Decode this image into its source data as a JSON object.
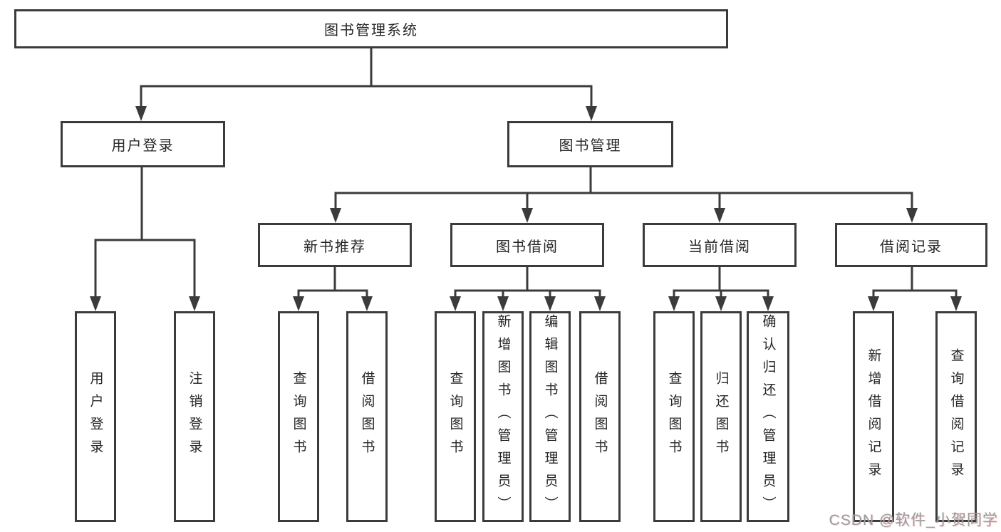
{
  "colors": {
    "line": "#3b3b3b",
    "text": "#262626",
    "bg": "#ffffff",
    "watermark": "#9d9d9d"
  },
  "tree": {
    "root": {
      "label": "图书管理系统",
      "children": [
        {
          "label": "用户登录",
          "children": [
            {
              "label": "用户登录"
            },
            {
              "label": "注销登录"
            }
          ]
        },
        {
          "label": "图书管理",
          "children": [
            {
              "label": "新书推荐",
              "children": [
                {
                  "label": "查询图书"
                },
                {
                  "label": "借阅图书"
                }
              ]
            },
            {
              "label": "图书借阅",
              "children": [
                {
                  "label": "查询图书"
                },
                {
                  "label": "新增图书（管理员）"
                },
                {
                  "label": "编辑图书（管理员）"
                },
                {
                  "label": "借阅图书"
                }
              ]
            },
            {
              "label": "当前借阅",
              "children": [
                {
                  "label": "查询图书"
                },
                {
                  "label": "归还图书"
                },
                {
                  "label": "确认归还（管理员）"
                }
              ]
            },
            {
              "label": "借阅记录",
              "children": [
                {
                  "label": "新增借阅记录"
                },
                {
                  "label": "查询借阅记录"
                }
              ]
            }
          ]
        }
      ]
    }
  },
  "watermark": {
    "text": "CSDN @软件_小贺同学"
  }
}
